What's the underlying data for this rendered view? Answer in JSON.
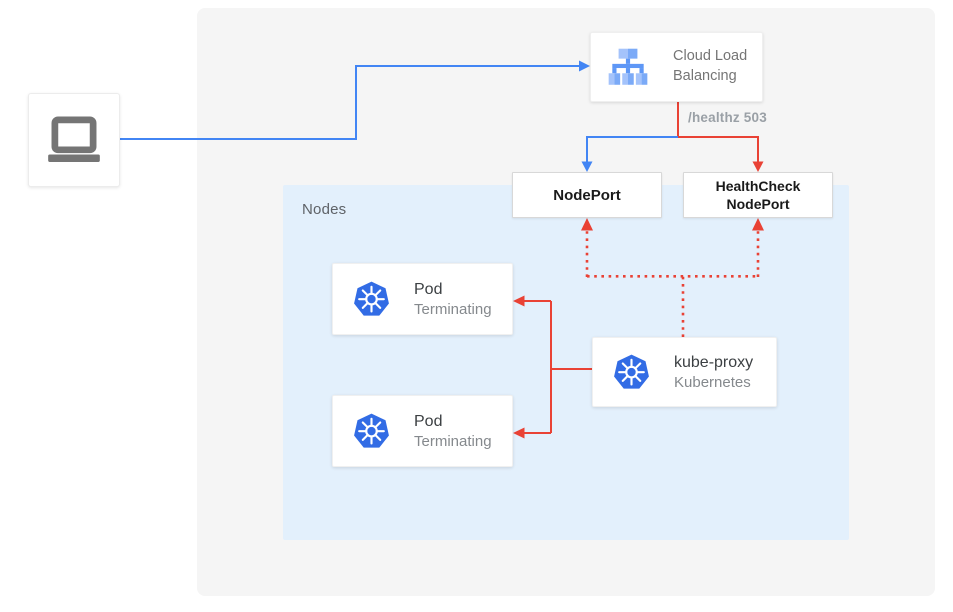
{
  "diagram": {
    "nodes_panel": {
      "label": "Nodes"
    },
    "cloud_load_balancing": {
      "label": "Cloud Load Balancing"
    },
    "health_check_annotation": "/healthz 503",
    "node_port": {
      "label": "NodePort"
    },
    "health_check_node_port": {
      "label": "HealthCheck NodePort"
    },
    "pods": [
      {
        "title": "Pod",
        "status": "Terminating"
      },
      {
        "title": "Pod",
        "status": "Terminating"
      }
    ],
    "kube_proxy": {
      "title": "kube-proxy",
      "subtitle": "Kubernetes"
    },
    "icons": {
      "client": "laptop-icon",
      "load_balancer": "cloud-load-balancing-icon",
      "pod": "kubernetes-icon",
      "kube_proxy": "kubernetes-icon"
    },
    "colors": {
      "traffic_blue": "#4285f4",
      "health_red": "#e94235",
      "nodes_panel_bg": "#e3f0fc",
      "outer_panel_bg": "#f5f5f5",
      "kubernetes_blue": "#326ce5",
      "client_icon_gray": "#757575",
      "port_text": "#1a1a1a",
      "muted_text": "#85898d"
    }
  }
}
